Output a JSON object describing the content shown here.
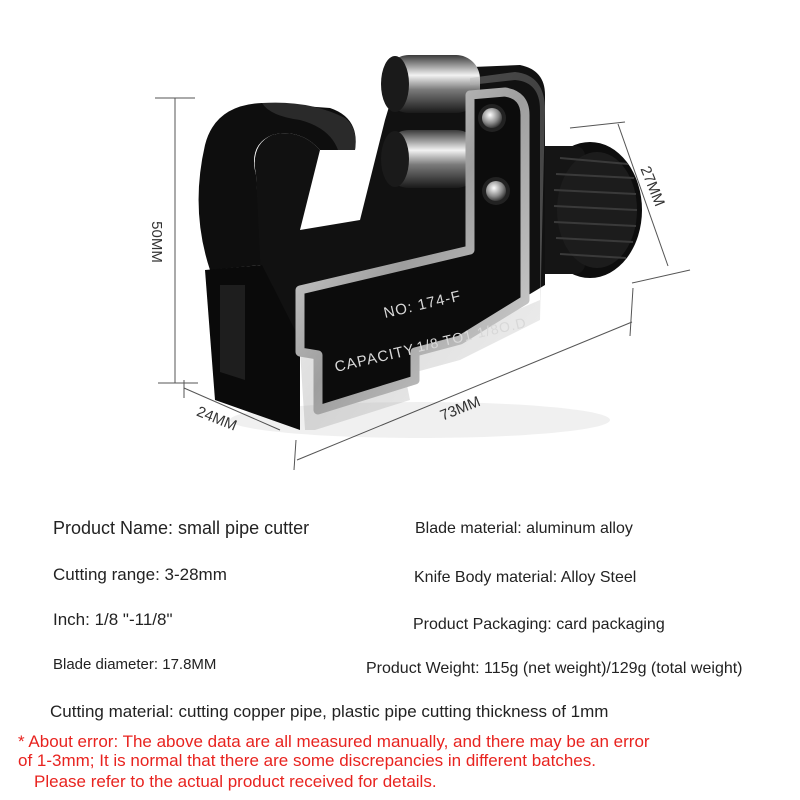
{
  "dimensions": {
    "height": "50MM",
    "knob": "27MM",
    "depth": "24MM",
    "length": "73MM"
  },
  "plate": {
    "model": "NO: 174-F",
    "capacity_prefix": "CAPACITY",
    "capacity_range": "1/8 TO1 1/8O.D"
  },
  "specs": {
    "product_name": "Product Name: small pipe cutter",
    "cutting_range": "Cutting range: 3-28mm",
    "inch": "Inch: 1/8 \"-11/8\"",
    "blade_diameter": "Blade diameter: 17.8MM",
    "cutting_material": "Cutting material: cutting copper pipe, plastic pipe cutting thickness of 1mm",
    "blade_material": "Blade material: aluminum alloy",
    "knife_body_material": "Knife Body material: Alloy Steel",
    "packaging": "Product Packaging: card packaging",
    "weight": "Product Weight: 115g (net weight)/129g (total weight)"
  },
  "notice": {
    "line1": "* About error: The above data are all measured manually, and there may be an error",
    "line2": "of 1-3mm; It is normal that there are some discrepancies in different batches.",
    "line3": "Please refer to the actual product received for details."
  },
  "colors": {
    "body": "#111111",
    "plate_silver": "#b9b9b9",
    "dimension_line": "#555555",
    "notice_red": "#e8231f"
  }
}
